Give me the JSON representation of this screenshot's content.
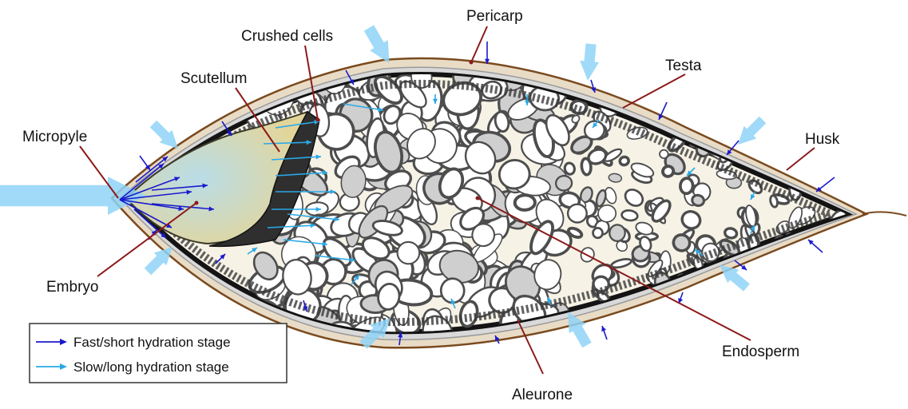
{
  "labels": {
    "pericarp": "Pericarp",
    "crushed_cells": "Crushed cells",
    "scutellum": "Scutellum",
    "testa": "Testa",
    "micropyle": "Micropyle",
    "husk": "Husk",
    "embryo": "Embryo",
    "endosperm": "Endosperm",
    "aleurone": "Aleurone"
  },
  "legend": {
    "fast": "Fast/short hydration stage",
    "slow": "Slow/long hydration stage"
  },
  "colors": {
    "fast_arrow": "#1a1acc",
    "slow_arrow": "#29a9e6",
    "water_flow": "#8fd3f7",
    "leader_line": "#8b1a1a",
    "husk": "#b58a5c",
    "testa": "#1a1a1a",
    "endosperm_bg": "#f6f2e6",
    "cell_wall": "#5a5a5a",
    "embryo": "#d8c98c"
  }
}
